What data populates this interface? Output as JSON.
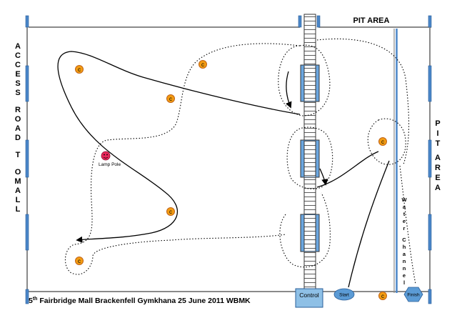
{
  "labels": {
    "pit_area_top": "PIT AREA",
    "access_road_left": [
      "A",
      "C",
      "C",
      "E",
      "S",
      "S",
      "R",
      "O",
      "A",
      "D",
      "T",
      "O",
      "M",
      "A",
      "L",
      "L"
    ],
    "pit_area_right": [
      "P",
      "I",
      "T",
      "A",
      "R",
      "E",
      "A"
    ],
    "water_channel": [
      "W",
      "a",
      "t",
      "e",
      "r",
      "C",
      "h",
      "a",
      "n",
      "n",
      "e",
      "l"
    ],
    "lamp_pole": "Lamp Pole",
    "control": "Control",
    "start": "Start",
    "finish": "Finish",
    "cone_glyph": "c",
    "title_prefix": "5",
    "title_sup": "th",
    "title_rest": " Fairbridge Mall Brackenfell Gymkhana 25 June 2011 WBMK"
  },
  "colors": {
    "post_blue": "#4a86c8",
    "water_blue": "#4a86c8",
    "cone_orange": "#f39c12",
    "cone_ring": "#c0641a",
    "lamp_pink": "#e8265a",
    "start_blue": "#5b9bd5",
    "control_blue": "#8ec0e6",
    "fence_gray": "#8a8a8a"
  },
  "icons": {
    "cone": "traffic-cone-icon",
    "lamp": "lamp-pole-icon",
    "arrow": "direction-arrow-icon"
  }
}
